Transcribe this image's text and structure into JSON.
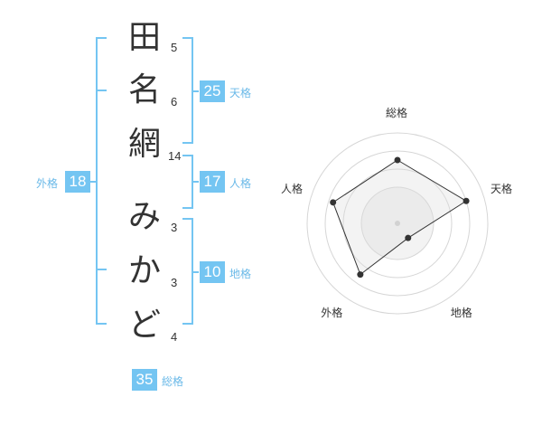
{
  "name": {
    "chars": [
      {
        "char": "田",
        "strokes": "5"
      },
      {
        "char": "名",
        "strokes": "6"
      },
      {
        "char": "網",
        "strokes": "14"
      },
      {
        "char": "み",
        "strokes": "3"
      },
      {
        "char": "か",
        "strokes": "3"
      },
      {
        "char": "ど",
        "strokes": "4"
      }
    ]
  },
  "fortunes": {
    "tenkaku": {
      "value": "25",
      "label": "天格"
    },
    "jinkaku": {
      "value": "17",
      "label": "人格"
    },
    "chikaku": {
      "value": "10",
      "label": "地格"
    },
    "gaikaku": {
      "value": "18",
      "label": "外格"
    },
    "soukaku": {
      "value": "35",
      "label": "総格"
    }
  },
  "colors": {
    "accent": "#74c5f2",
    "label": "#6ab9e8",
    "text": "#333333"
  },
  "chart_data": {
    "type": "radar",
    "axes": [
      "総格",
      "天格",
      "地格",
      "外格",
      "人格"
    ],
    "series": [
      {
        "values": [
          0.7,
          0.8,
          0.2,
          0.7,
          0.75
        ]
      }
    ],
    "rings": 4
  }
}
